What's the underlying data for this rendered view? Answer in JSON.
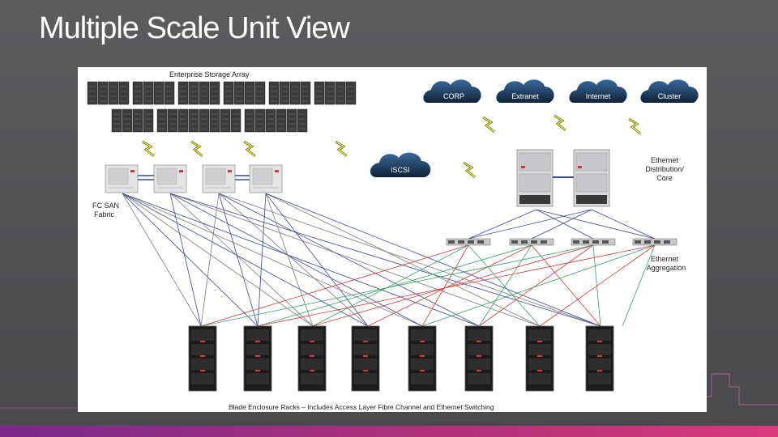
{
  "slide": {
    "title": "Multiple Scale Unit View"
  },
  "colors": {
    "background": "#535356",
    "accent_bar": "#b0307a",
    "cloud": "#1d3a5c",
    "link_blue": "#3b4a8a",
    "link_red": "#d03a3a",
    "link_green": "#3aa06a",
    "link_gray": "#7a7a7a"
  },
  "diagram": {
    "storage": {
      "label": "Enterprise Storage Array"
    },
    "clouds": [
      {
        "id": "corp",
        "label": "CORP"
      },
      {
        "id": "extranet",
        "label": "Extranet"
      },
      {
        "id": "internet",
        "label": "Internet"
      },
      {
        "id": "cluster",
        "label": "Cluster"
      },
      {
        "id": "iscsi",
        "label": "iSCSI"
      }
    ],
    "fc_san": {
      "label_line1": "FC SAN",
      "label_line2": "Fabric"
    },
    "core": {
      "label_line1": "Ethernet",
      "label_line2": "Distribution/",
      "label_line3": "Core"
    },
    "aggregation": {
      "label_line1": "Ethernet",
      "label_line2": "Aggregation"
    },
    "racks": {
      "label": "Blade Enclosure Racks – Includes Access Layer Fibre Channel and Ethernet Switching"
    }
  }
}
